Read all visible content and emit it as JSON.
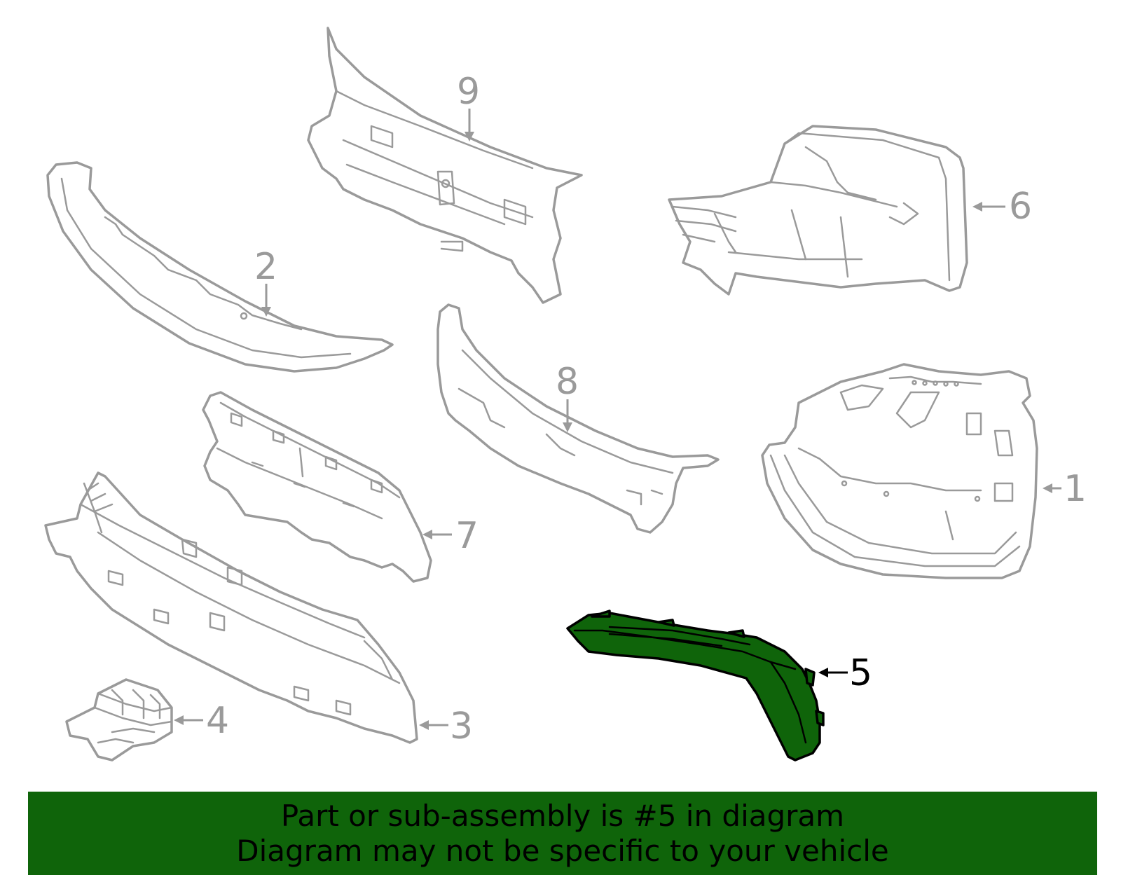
{
  "diagram": {
    "highlight_color": "#0f640a",
    "line_color": "#9a9a9a",
    "callouts": {
      "c1": "1",
      "c2": "2",
      "c3": "3",
      "c4": "4",
      "c5": "5",
      "c6": "6",
      "c7": "7",
      "c8": "8",
      "c9": "9"
    },
    "highlighted_part": "5"
  },
  "banner": {
    "line1": "Part or sub-assembly is #5 in diagram",
    "line2": "Diagram may not be specific to your vehicle"
  }
}
